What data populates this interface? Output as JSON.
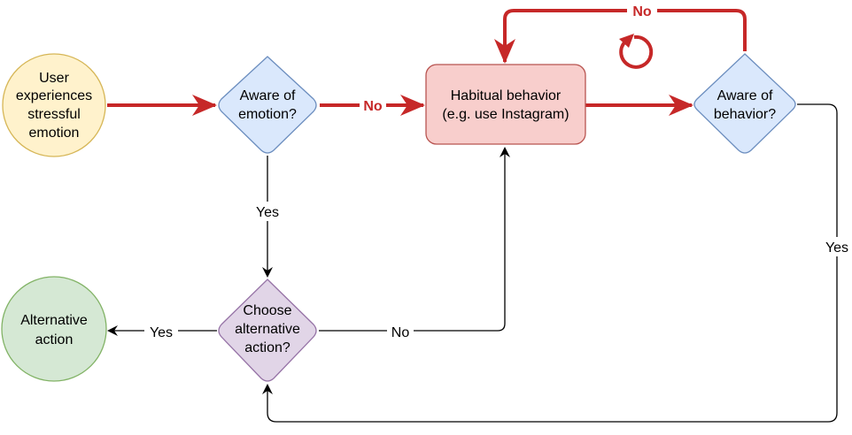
{
  "nodes": {
    "user_experiences": [
      "User",
      "experiences",
      "stressful",
      "emotion"
    ],
    "aware_of_emotion": [
      "Aware of",
      "emotion?"
    ],
    "habitual_behavior": [
      "Habitual behavior",
      "(e.g. use Instagram)"
    ],
    "aware_of_behavior": [
      "Aware of",
      "behavior?"
    ],
    "choose_alternative": [
      "Choose",
      "alternative",
      "action?"
    ],
    "alternative_action": [
      "Alternative",
      "action"
    ]
  },
  "edge_labels": {
    "emotion_no": "No",
    "emotion_yes": "Yes",
    "behavior_no": "No",
    "behavior_yes": "Yes",
    "choose_no": "No",
    "choose_yes": "Yes"
  },
  "colors": {
    "yellow_fill": "#fff2cc",
    "yellow_stroke": "#d6b656",
    "blue_fill": "#dae8fc",
    "blue_stroke": "#6c8ebf",
    "red_fill": "#f8cecc",
    "red_stroke": "#b85450",
    "purple_fill": "#e1d5e7",
    "purple_stroke": "#9673a6",
    "green_fill": "#d5e8d4",
    "green_stroke": "#82b366",
    "accent_red": "#c62828"
  }
}
